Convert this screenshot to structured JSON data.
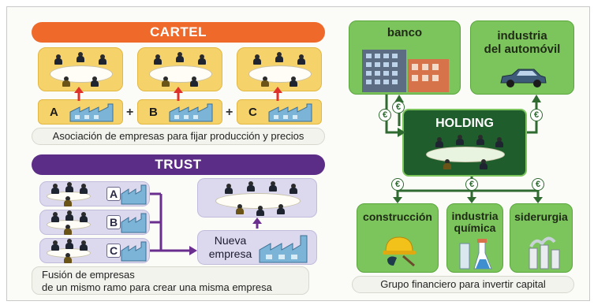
{
  "cartel": {
    "title": "CARTEL",
    "letters": [
      "A",
      "B",
      "C"
    ],
    "plus": "+",
    "caption": "Asociación de empresas para fijar producción y precios"
  },
  "trust": {
    "title": "TRUST",
    "letters": [
      "A",
      "B",
      "C"
    ],
    "new_company": "Nueva\nempresa",
    "caption_line1": "Fusión de empresas",
    "caption_line2": "de un mismo ramo para crear una misma empresa"
  },
  "holding": {
    "title": "HOLDING",
    "top_boxes": [
      "banco",
      "industria\ndel automóvil"
    ],
    "bottom_boxes": [
      "construcción",
      "industria\nquímica",
      "siderurgia"
    ],
    "euro": "€",
    "caption": "Grupo financiero para invertir capital"
  },
  "colors": {
    "cartel_banner": "#ef6a2a",
    "trust_banner": "#5b2d86",
    "holding_box": "#1f5e2c",
    "green_box": "#7cc55c"
  },
  "icons": [
    "factory-icon",
    "boardroom-icon",
    "bank-building-icon",
    "car-icon",
    "worker-helmet-icon",
    "chemical-flask-icon",
    "steel-plant-icon",
    "euro-icon"
  ]
}
